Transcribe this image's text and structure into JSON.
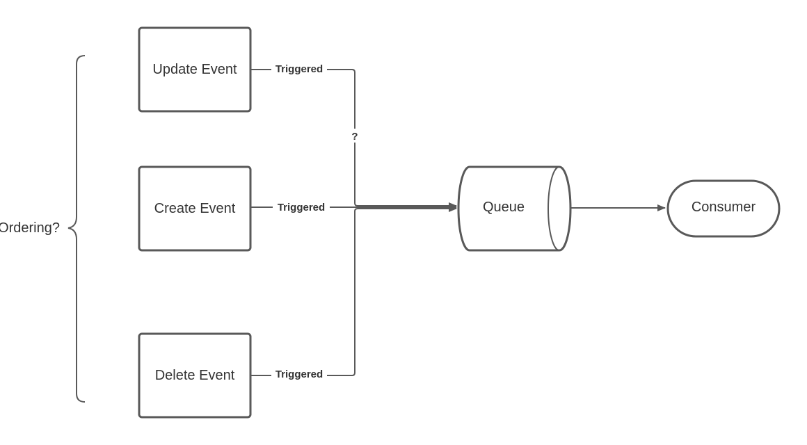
{
  "diagram": {
    "ordering_label": "Ordering?",
    "nodes": {
      "update_event": "Update Event",
      "create_event": "Create Event",
      "delete_event": "Delete Event",
      "queue": "Queue",
      "consumer": "Consumer"
    },
    "edges": {
      "update_trigger": "Triggered",
      "create_trigger": "Triggered",
      "delete_trigger": "Triggered",
      "update_question": "?"
    },
    "colors": {
      "stroke": "#595959",
      "text": "#333333",
      "background": "#ffffff"
    }
  }
}
